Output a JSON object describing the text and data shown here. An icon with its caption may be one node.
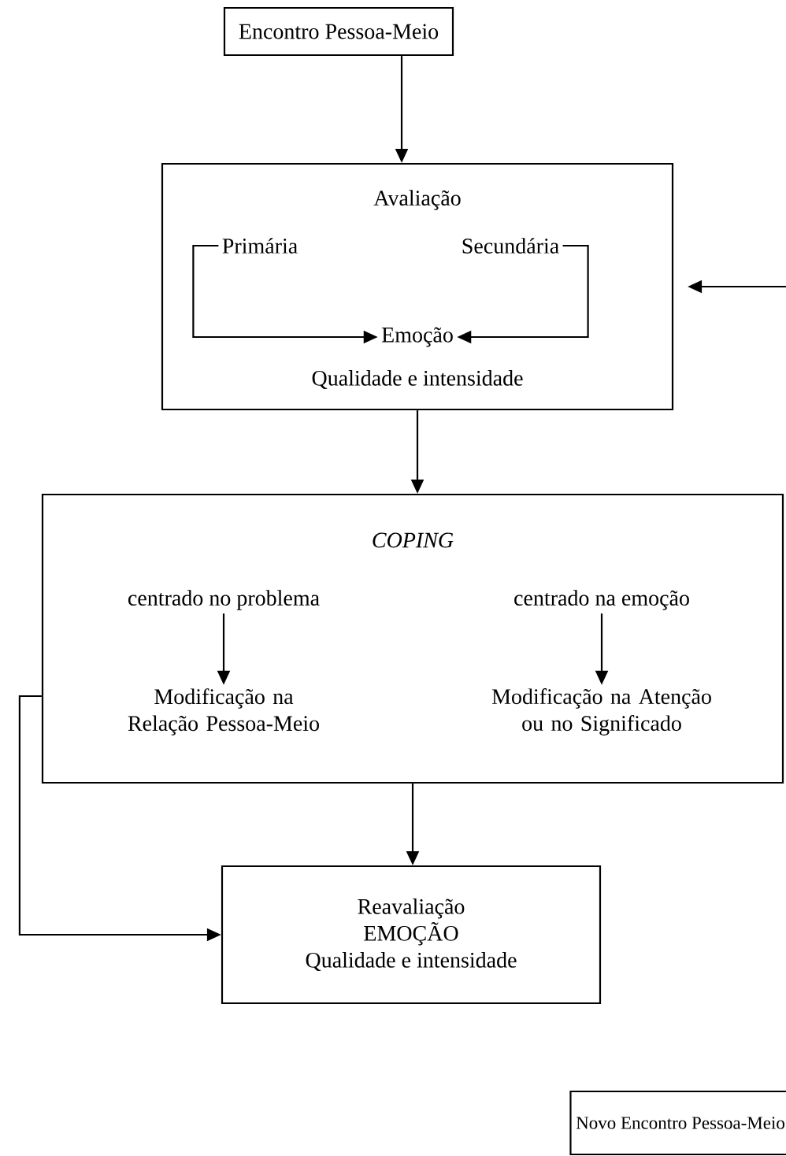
{
  "diagram": {
    "nodes": [
      {
        "text": [
          "Encontro Pessoa-Meio"
        ]
      },
      {
        "text": [
          "Avaliação",
          "Qualidade e intensidade"
        ]
      },
      {
        "text": [
          "Primária"
        ],
        "in": 1
      },
      {
        "text": [
          "Secundária"
        ],
        "in": 1
      },
      {
        "text": [
          "Emoção"
        ],
        "in": 1
      },
      {
        "text": [
          "COPING"
        ]
      },
      {
        "text": [
          "centrado no problema"
        ],
        "in": 5
      },
      {
        "text": [
          "centrado na emoção"
        ],
        "in": 5
      },
      {
        "text": [
          "Modificação na Relação Pessoa-Meio"
        ],
        "in": 5
      },
      {
        "text": [
          "Modificação na Atenção ou no Significado"
        ],
        "in": 5
      },
      {
        "text": [
          "Reavaliação",
          "EMOÇÃO",
          "Qualidade e intensidade"
        ]
      },
      {
        "text": [
          "Novo Encontro Pessoa-Meio"
        ]
      }
    ],
    "edges": [
      {
        "from": 0,
        "to": 1,
        "arrow": "to"
      },
      {
        "from": 2,
        "to": 4,
        "arrow": "to"
      },
      {
        "from": 3,
        "to": 4,
        "arrow": "to"
      },
      {
        "from": null,
        "to": 1,
        "arrow": "to"
      },
      {
        "from": 1,
        "to": 5,
        "arrow": "to"
      },
      {
        "from": 6,
        "to": 8,
        "arrow": "to"
      },
      {
        "from": 7,
        "to": 9,
        "arrow": "to"
      },
      {
        "from": 5,
        "to": 10,
        "arrow": "to"
      },
      {
        "from": 5,
        "to": 10,
        "arrow": "to"
      }
    ]
  }
}
